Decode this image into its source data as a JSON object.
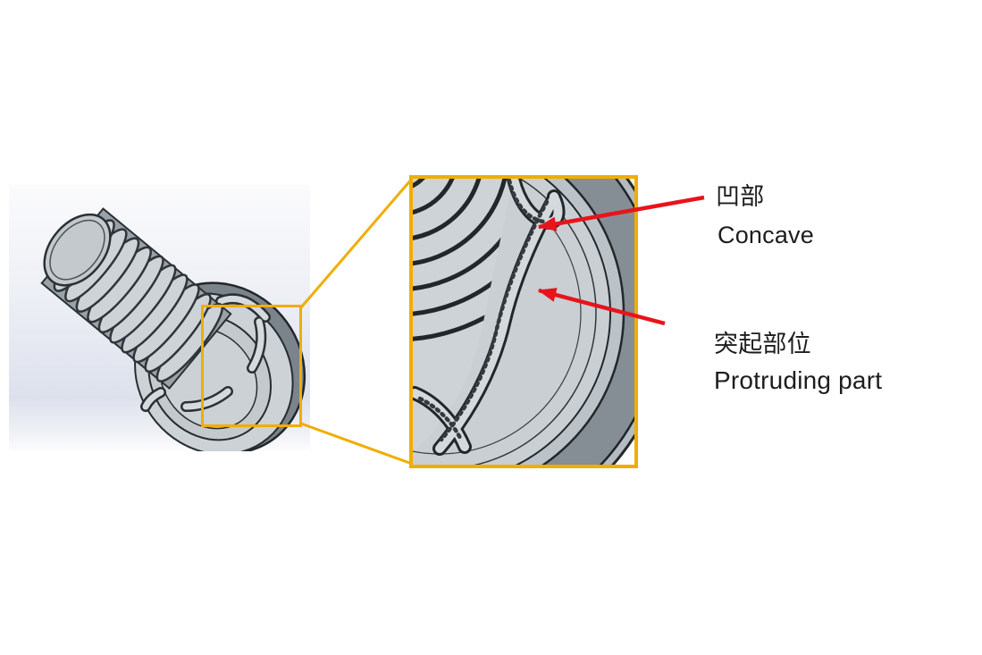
{
  "figure": {
    "type": "cad-detail-callout",
    "labels": {
      "concave_jp": "凹部",
      "concave_en": "Concave",
      "protruding_jp": "突起部位",
      "protruding_en": "Protruding part"
    },
    "colors": {
      "callout_yellow": "#f0ad00",
      "arrow_red": "#e8141b",
      "label_text": "#1d1d1d"
    }
  }
}
